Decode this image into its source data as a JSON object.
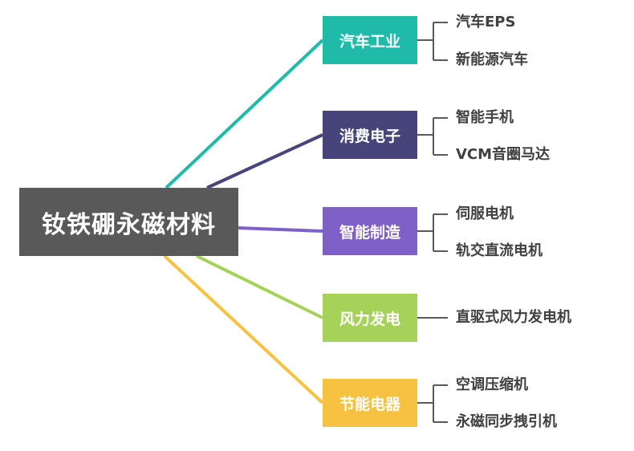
{
  "root": {
    "label": "钕铁硼永磁材料"
  },
  "branches": [
    {
      "label": "汽车工业",
      "color": "#1dbba8",
      "leaves": [
        "汽车EPS",
        "新能源汽车"
      ]
    },
    {
      "label": "消费电子",
      "color": "#46447a",
      "leaves": [
        "智能手机",
        "VCM音圈马达"
      ]
    },
    {
      "label": "智能制造",
      "color": "#7f5fc8",
      "leaves": [
        "伺服电机",
        "轨交直流电机"
      ]
    },
    {
      "label": "风力发电",
      "color": "#a6d25a",
      "leaves": [
        "直驱式风力发电机"
      ]
    },
    {
      "label": "节能电器",
      "color": "#f7c141",
      "leaves": [
        "空调压缩机",
        "永磁同步拽引机"
      ]
    }
  ],
  "bracket_color": "#595959"
}
